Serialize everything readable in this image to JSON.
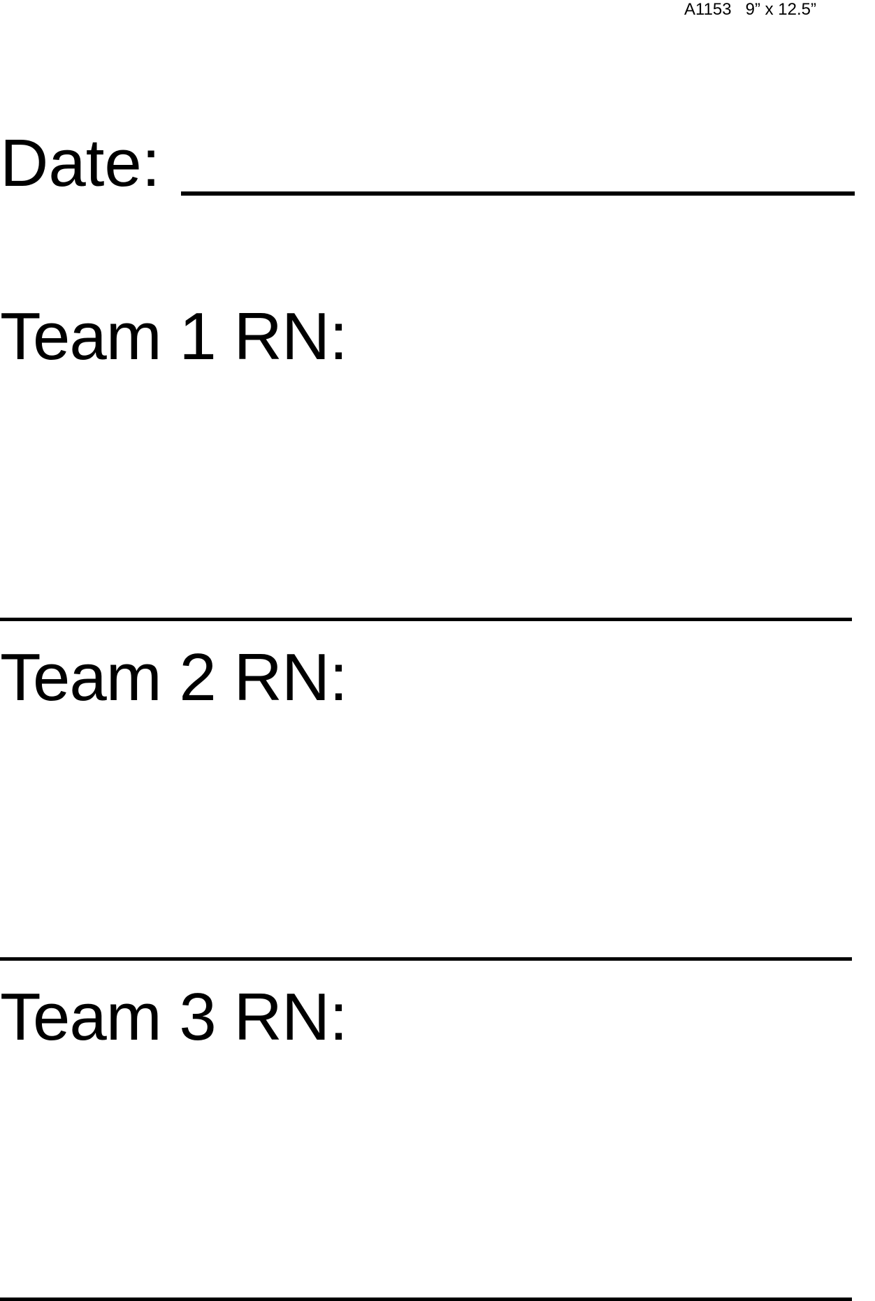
{
  "header": {
    "product_code": "A1153   9” x 12.5”"
  },
  "date": {
    "label": "Date:"
  },
  "teams": [
    {
      "label": "Team 1 RN:"
    },
    {
      "label": "Team 2 RN:"
    },
    {
      "label": "Team 3 RN:"
    }
  ]
}
